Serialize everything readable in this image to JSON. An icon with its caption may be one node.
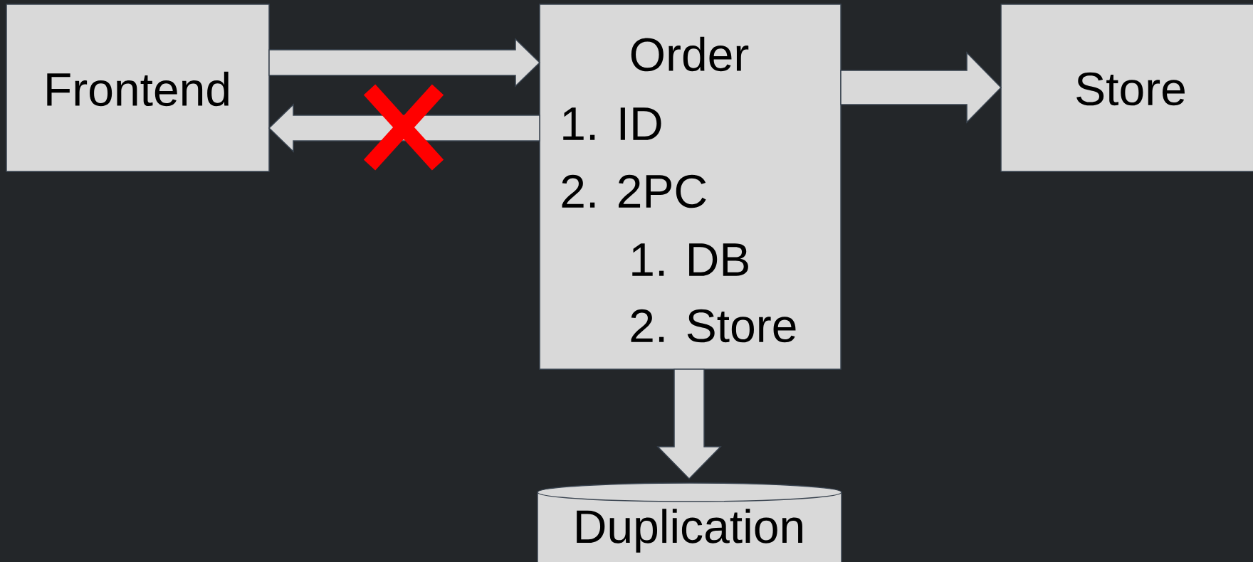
{
  "diagram": {
    "nodes": [
      {
        "text": [
          "Frontend"
        ]
      },
      {
        "text": [
          "Order",
          "1. ID",
          "2. 2PC",
          "1. DB",
          "2. Store"
        ]
      },
      {
        "text": [
          "Store"
        ]
      },
      {
        "text": [
          "Duplication"
        ]
      }
    ],
    "edges": [
      {
        "from": 0,
        "to": 1,
        "arrow": "to"
      },
      {
        "from": 1,
        "to": 0,
        "arrow": "to"
      },
      {
        "from": 1,
        "to": 2,
        "arrow": "to"
      },
      {
        "from": 1,
        "to": 3,
        "arrow": "to"
      }
    ]
  }
}
